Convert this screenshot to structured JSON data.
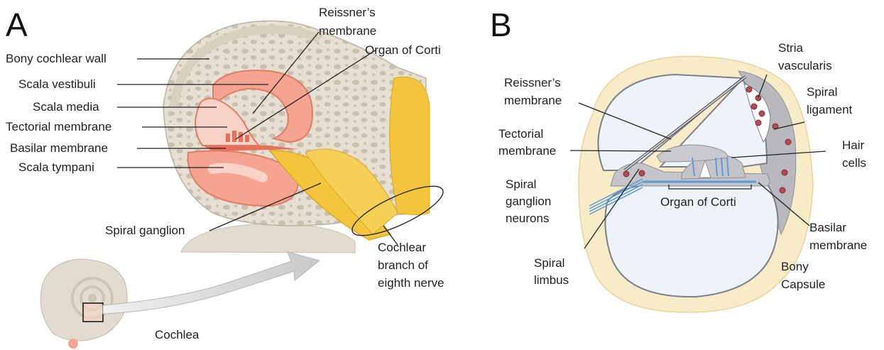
{
  "panel_a": {
    "letter": "A",
    "labels": {
      "bony_wall": "Bony cochlear wall",
      "scala_vestibuli": "Scala vestibuli",
      "scala_media": "Scala media",
      "tectorial": "Tectorial membrane",
      "basilar": "Basilar membrane",
      "scala_tympani": "Scala tympani",
      "reissner_1": "Reissner’s",
      "reissner_2": "membrane",
      "organ_corti": "Organ of Corti",
      "spiral_ganglion": "Spiral ganglion",
      "nerve_1": "Cochlear",
      "nerve_2": "branch of",
      "nerve_3": "eighth nerve",
      "cochlea": "Cochlea"
    }
  },
  "panel_b": {
    "letter": "B",
    "labels": {
      "reissner_1": "Reissner’s",
      "reissner_2": "membrane",
      "tectorial_1": "Tectorial",
      "tectorial_2": "membrane",
      "ganglion_1": "Spiral",
      "ganglion_2": "ganglion",
      "ganglion_3": "neurons",
      "limbus_1": "Spiral",
      "limbus_2": "limbus",
      "stria_1": "Stria",
      "stria_2": "vascularis",
      "ligament_1": "Spiral",
      "ligament_2": "ligament",
      "hair_1": "Hair",
      "hair_2": "cells",
      "organ_corti": "Organ of Corti",
      "basilar_1": "Basilar",
      "basilar_2": "membrane",
      "bony_1": "Bony",
      "bony_2": "Capsule"
    }
  },
  "colors": {
    "bone": "#e4ddd0",
    "bone_dark": "#cfc6b6",
    "scala": "#f4a491",
    "scala_light": "#f9d3c7",
    "nerve": "#f3c53c",
    "capsule": "#f8ebc7",
    "ligament": "#b8b8bd",
    "fluid": "#eef2f9"
  }
}
